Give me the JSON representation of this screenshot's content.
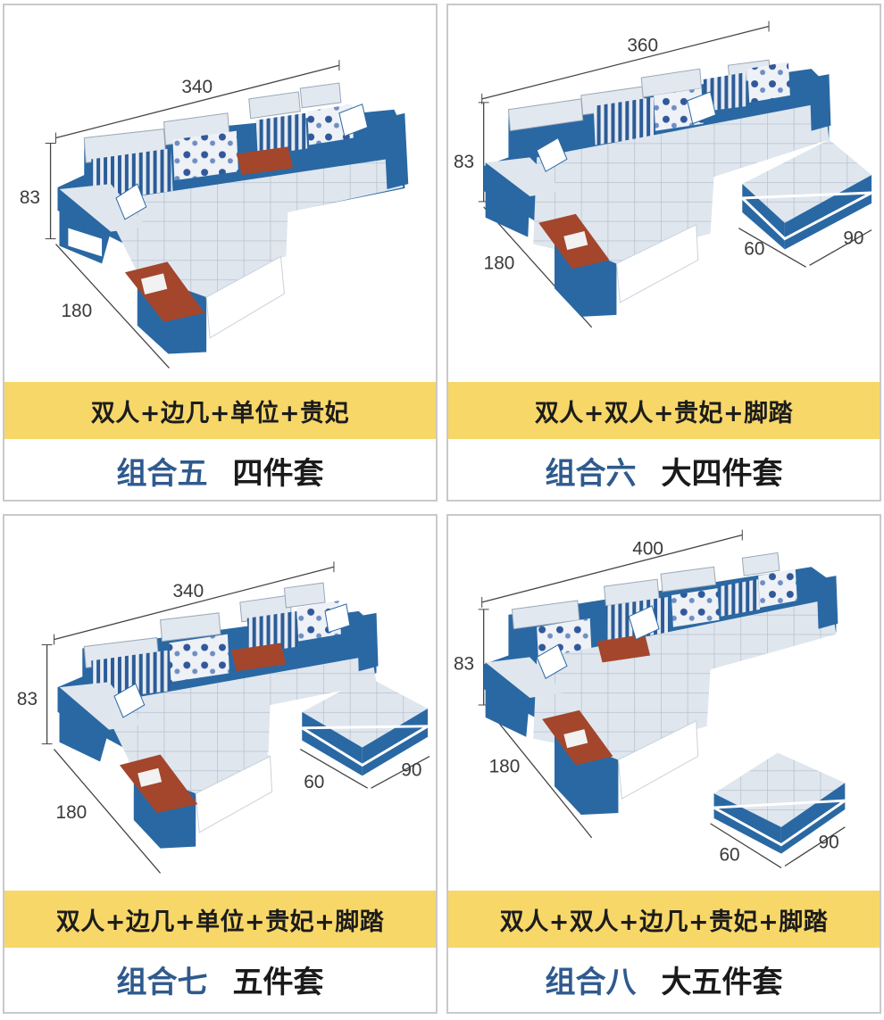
{
  "colors": {
    "banner": "#f7d768",
    "combo_text": "#2f5a8e",
    "sofa_blue": "#2a68a3",
    "sofa_leather": "#dfe6ee",
    "table_wood": "#a3462c"
  },
  "cards": [
    {
      "dims": {
        "length": "340",
        "height": "83",
        "depth": "180"
      },
      "contents": "双人+边几+单位+贵妃",
      "combo": "组合五",
      "set": "四件套"
    },
    {
      "dims": {
        "length": "360",
        "height": "83",
        "depth": "180",
        "ottoman_w": "60",
        "ottoman_l": "90"
      },
      "contents": "双人+双人+贵妃+脚踏",
      "combo": "组合六",
      "set": "大四件套"
    },
    {
      "dims": {
        "length": "340",
        "height": "83",
        "depth": "180",
        "ottoman_w": "60",
        "ottoman_l": "90"
      },
      "contents": "双人+边几+单位+贵妃+脚踏",
      "combo": "组合七",
      "set": "五件套"
    },
    {
      "dims": {
        "length": "400",
        "height": "83",
        "depth": "180",
        "ottoman_w": "60",
        "ottoman_l": "90"
      },
      "contents": "双人+双人+边几+贵妃+脚踏",
      "combo": "组合八",
      "set": "大五件套"
    }
  ]
}
